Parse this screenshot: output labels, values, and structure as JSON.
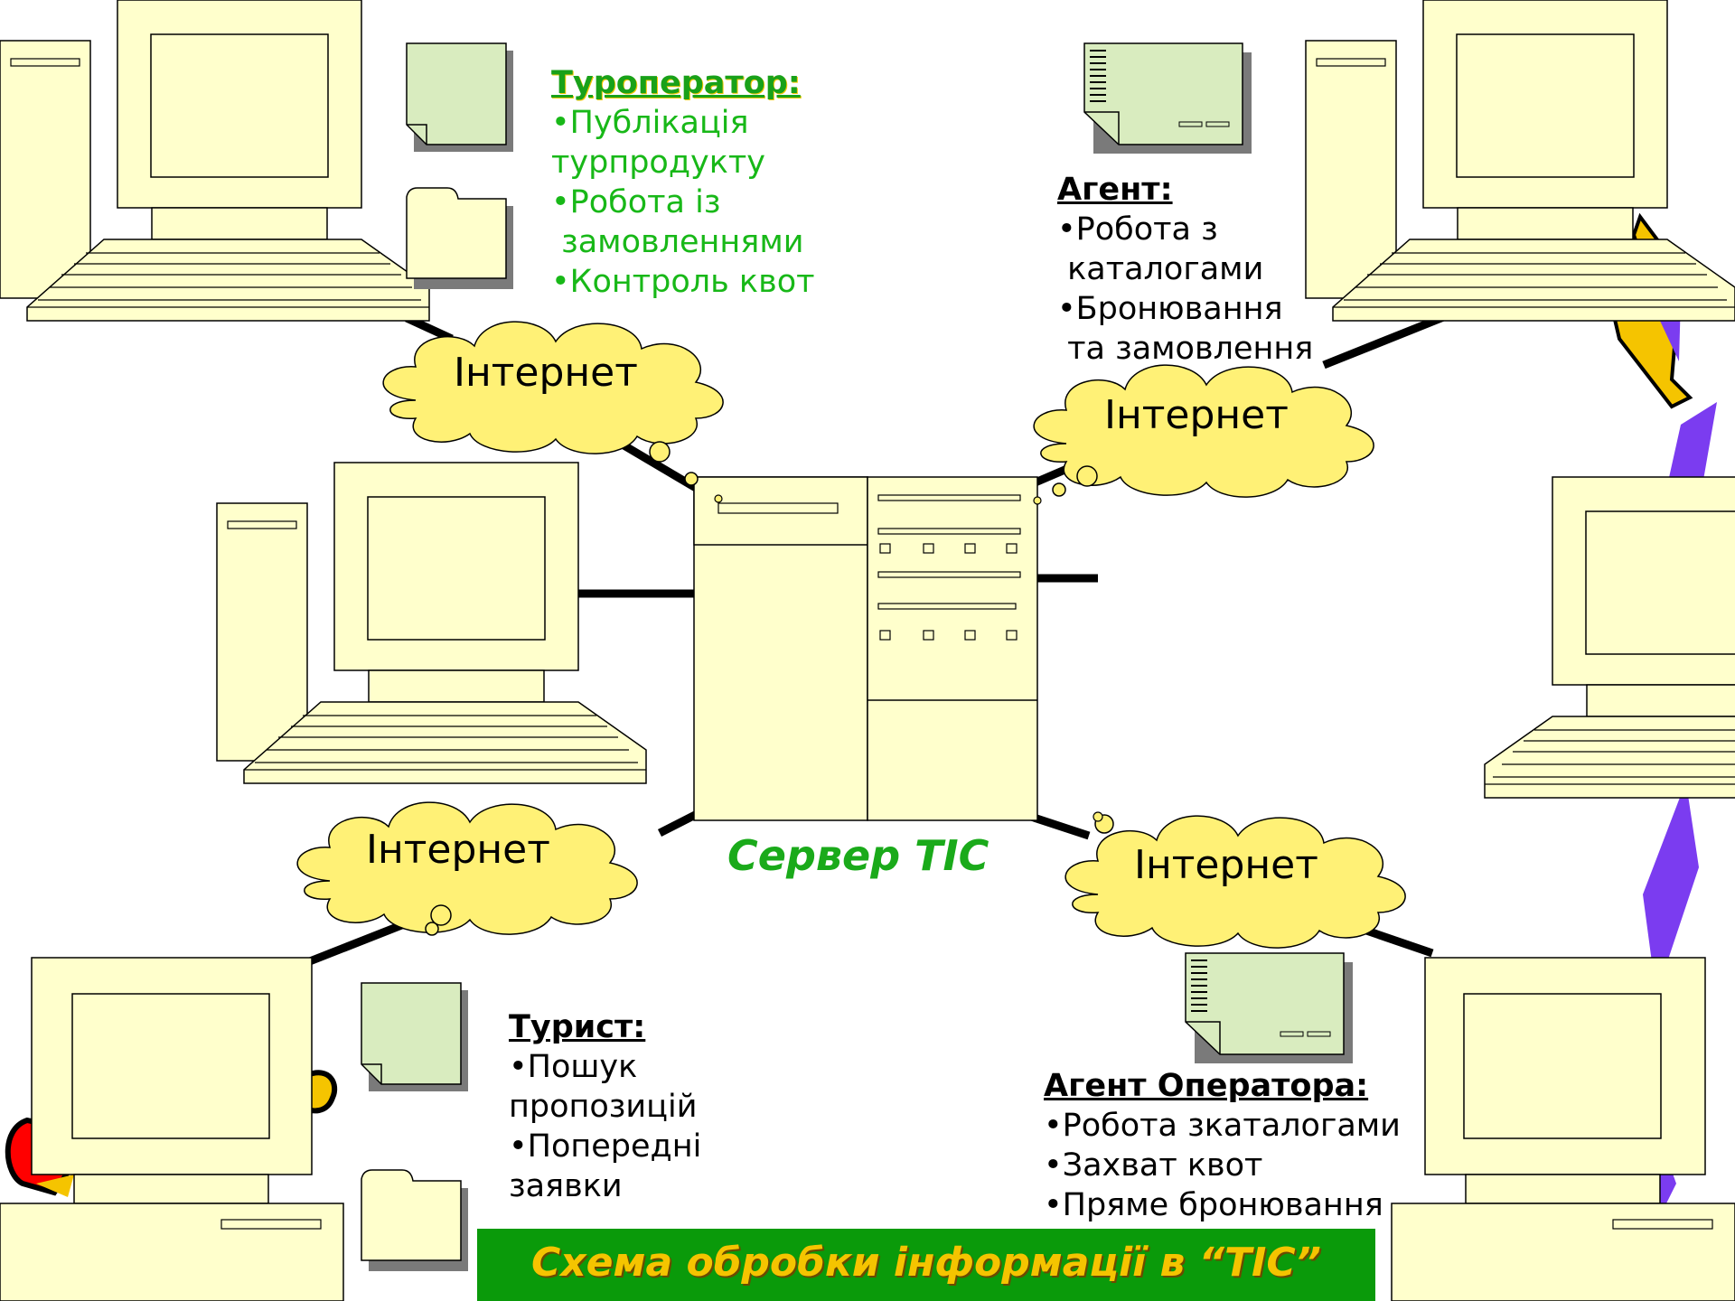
{
  "title": "Схема обробки інформації в “ТІС”",
  "server_label": "Сервер ТІС",
  "clouds": [
    "Інтернет",
    "Інтернет",
    "Інтернет",
    "Інтернет"
  ],
  "touroperator": {
    "heading": "Туроператор:",
    "items": [
      "•Публікація",
      "турпродукту",
      "•Робота із",
      " замовленнями",
      "•Контроль квот"
    ]
  },
  "agent": {
    "heading": "Агент:",
    "items": [
      "•Робота з",
      " каталогами",
      "•Бронювання",
      " та замовлення"
    ]
  },
  "tourist": {
    "heading": "Турист:",
    "items": [
      "•Пошук",
      "пропозицій",
      "•Попередні",
      "заявки"
    ]
  },
  "operator_agent": {
    "heading": "Агент Оператора:",
    "items": [
      "•Робота зкаталогами",
      "•Захват квот",
      "•Пряме бронювання"
    ]
  },
  "colors": {
    "device_fill": "#ffffcc",
    "cloud_fill": "#fff176",
    "doc_fill": "#d9ecbf",
    "heading_green": "#19a119",
    "title_bar": "#0a9a0a",
    "title_text": "#f5c400",
    "lightning": "#7b3cf0"
  }
}
